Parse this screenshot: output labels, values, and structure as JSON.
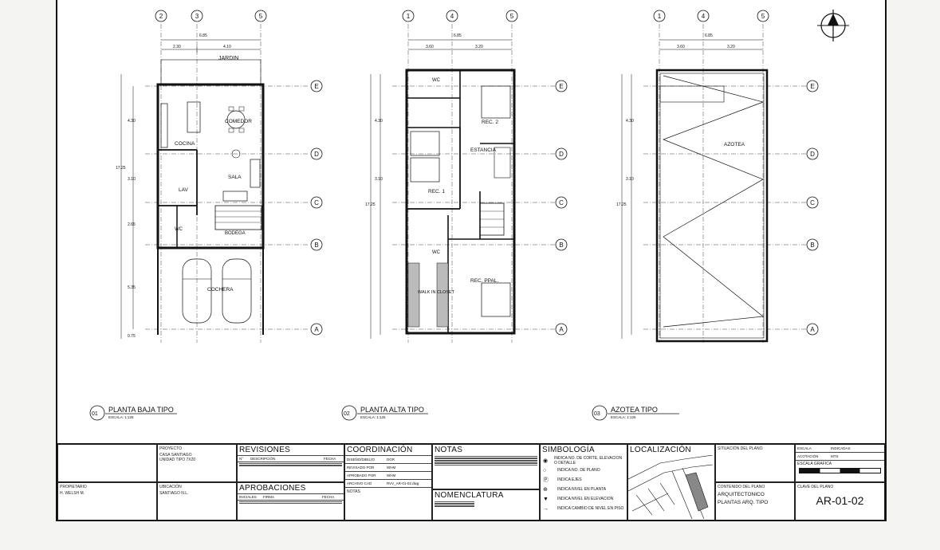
{
  "plans": [
    {
      "id": "01",
      "title": "PLANTA BAJA TIPO",
      "scale": "ESCALA: 1:125",
      "axes": [
        "2",
        "3",
        "5"
      ],
      "rooms": [
        "JARDIN",
        "COMEDOR",
        "COCINA",
        "SALA",
        "LAV",
        "WC",
        "BODEGA",
        "COCHERA"
      ]
    },
    {
      "id": "02",
      "title": "PLANTA ALTA TIPO",
      "scale": "ESCALA: 1:125",
      "axes": [
        "1",
        "4",
        "5"
      ],
      "rooms": [
        "WC",
        "REC. 2",
        "ESTANCIA",
        "REC. 1",
        "WC",
        "WALK IN CLOSET",
        "REC. PPAL."
      ]
    },
    {
      "id": "03",
      "title": "AZOTEA TIPO",
      "scale": "ESCALA: 1:125",
      "axes": [
        "1",
        "4",
        "5"
      ],
      "rooms": [
        "AZOTEA"
      ]
    }
  ],
  "row_axes": [
    "E",
    "D",
    "C",
    "B",
    "A"
  ],
  "dims": {
    "p1_total": "6.85",
    "p1_a": "2.30",
    "p1_b": "4.10",
    "p2_total": "6.85",
    "p2_a": "3.60",
    "p2_b": "3.20",
    "v1": "4.30",
    "v2": "3.10",
    "v3": "2.65",
    "v4": "5.35",
    "v5": "0.75",
    "total_v": "17.25"
  },
  "titleblock": {
    "proyecto_label": "PROYECTO",
    "proyecto": "CASA SANTIAGO",
    "unidad": "UNIDAD TIPO 7X20",
    "propietario_label": "PROPIETARIO",
    "propietario": "H. WELSH M.",
    "ubicacion_label": "UBICACIÓN",
    "ubicacion": "SANTIAGO N.L.",
    "revisiones": "REVISIONES",
    "rev_cols": [
      "N°",
      "DESCRIPCIÓN",
      "FECHA"
    ],
    "aprobaciones": "APROBACIONES",
    "apr_cols": [
      "INICIALES",
      "FIRMA",
      "FECHA"
    ],
    "coordinacion": "COORDINACIÓN",
    "coord_rows": [
      {
        "label": "DISEÑO/DIBUJO",
        "value": "DGR"
      },
      {
        "label": "REVISADO POR",
        "value": "WHM"
      },
      {
        "label": "APROBADO POR",
        "value": "WHM"
      },
      {
        "label": "ARCHIVO CAD",
        "value": "RVV_AR-01-02.dwg"
      }
    ],
    "notas_label": "NOTAS",
    "notas": "NOTAS",
    "nomenclatura": "NOMENCLATURA",
    "simbologia": "SIMBOLOGÍA",
    "simb_rows": [
      "INDICA NO. DE CORTE, ELEVACION O DETALLE",
      "INDICA NO. DE PLANO",
      "INDICA EJES",
      "INDICA NIVEL EN PLANTA",
      "INDICA NIVEL EN ELEVACION",
      "INDICA CAMBIO DE NIVEL EN PISO"
    ],
    "localizacion": "LOCALIZACIÓN",
    "situacion": "SITUACIÓN DEL PLANO",
    "escala_label": "ESCALA",
    "escala": "INDICADAS",
    "acotacion_label": "ACOTACIÓN",
    "acotacion": "MTS",
    "escala_grafica": "ESCALA GRAFICA",
    "contenido_label": "CONTENIDO DEL PLANO",
    "contenido1": "ARQUITECTONICO",
    "contenido2": "PLANTAS ARQ. TIPO",
    "clave_label": "CLAVE DEL PLANO",
    "clave": "AR-01-02"
  }
}
